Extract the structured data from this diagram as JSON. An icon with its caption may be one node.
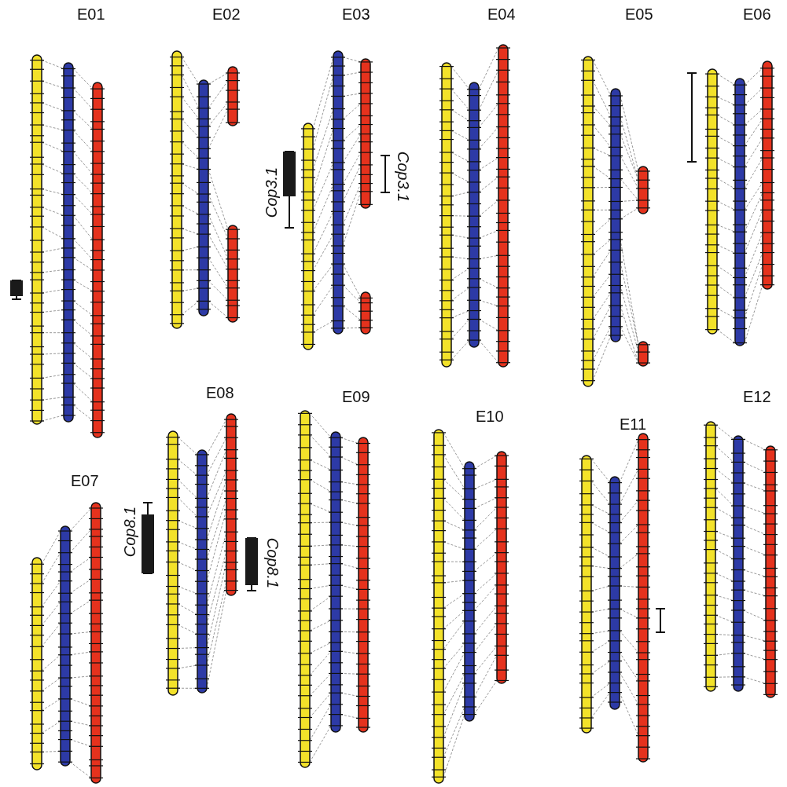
{
  "diagram": {
    "labels": [
      "E01",
      "E02",
      "E03",
      "E04",
      "E05",
      "E06",
      "Cop3.1",
      "Cop3.1",
      "E07",
      "E08",
      "Cop8.1",
      "Cop8.1",
      "E09",
      "E10",
      "E11",
      "E12"
    ]
  }
}
